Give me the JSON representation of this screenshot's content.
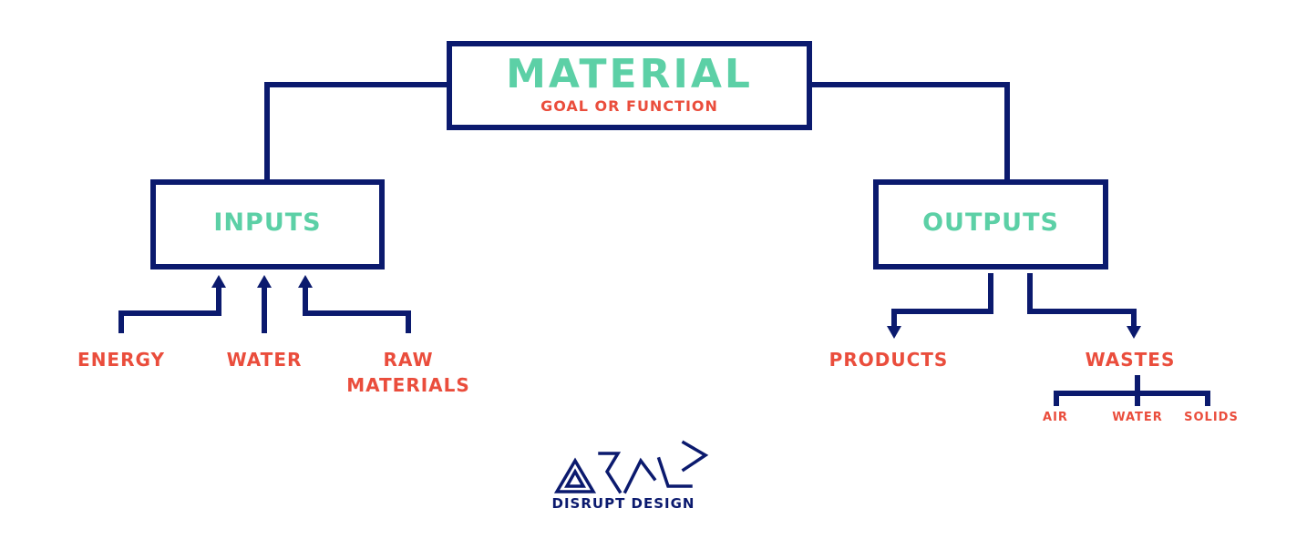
{
  "colors": {
    "line": "#0b1a6e",
    "heading": "#5cd0a6",
    "label": "#ea4d3c"
  },
  "main": {
    "title": "MATERIAL",
    "subtitle": "GOAL OR FUNCTION"
  },
  "inputs": {
    "title": "INPUTS",
    "items": [
      "ENERGY",
      "WATER",
      "RAW",
      "MATERIALS"
    ]
  },
  "outputs": {
    "title": "OUTPUTS",
    "products": "PRODUCTS",
    "wastes": {
      "label": "WASTES",
      "items": [
        "AIR",
        "WATER",
        "SOLIDS"
      ]
    }
  },
  "logo": {
    "text": "DISRUPT DESIGN",
    "icon": "disrupt-design-logo-icon"
  }
}
